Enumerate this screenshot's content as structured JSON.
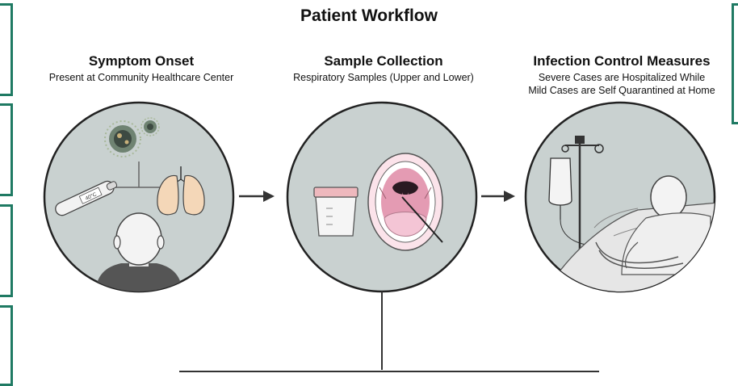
{
  "title": "Patient Workflow",
  "steps": [
    {
      "title": "Symptom Onset",
      "subtitle": [
        "Present at Community Healthcare Center"
      ]
    },
    {
      "title": "Sample Collection",
      "subtitle": [
        "Respiratory Samples (Upper and Lower)"
      ]
    },
    {
      "title": "Infection Control Measures",
      "subtitle": [
        "Severe Cases are Hospitalized While",
        "Mild Cases are Self Quarantined at Home"
      ]
    }
  ],
  "thermometer_text": "40°C",
  "colors": {
    "circle_fill": "#c9d1d0",
    "accent_green": "#1f7a63",
    "lung": "#f4d7b8",
    "mouth_pink": "#f0bcd0",
    "cup_lid": "#eeb8bd"
  }
}
